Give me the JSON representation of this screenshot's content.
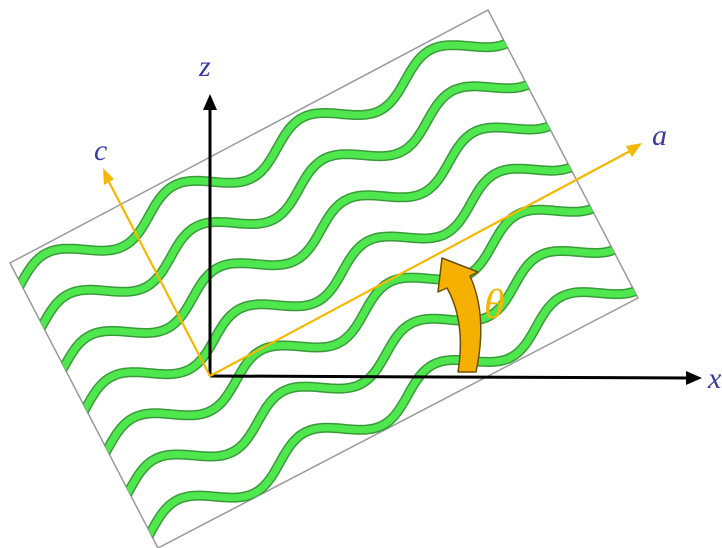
{
  "diagram": {
    "labels": {
      "z": "z",
      "x": "x",
      "a": "a",
      "c": "c",
      "theta": "θ"
    },
    "colors": {
      "fiber": "#4ee84e",
      "fiber_edge": "#3a9a3a",
      "crystal_axes": "#f5b800",
      "lab_axes": "#000000",
      "axis_label": "#3a3aa0",
      "theta_label": "#f5b800",
      "angle_arrow_fill": "#f5b000",
      "angle_arrow_stroke": "#6a5000",
      "sample_border": "#999999"
    },
    "fiber_count": 7,
    "rotation_angle_deg": 30
  }
}
